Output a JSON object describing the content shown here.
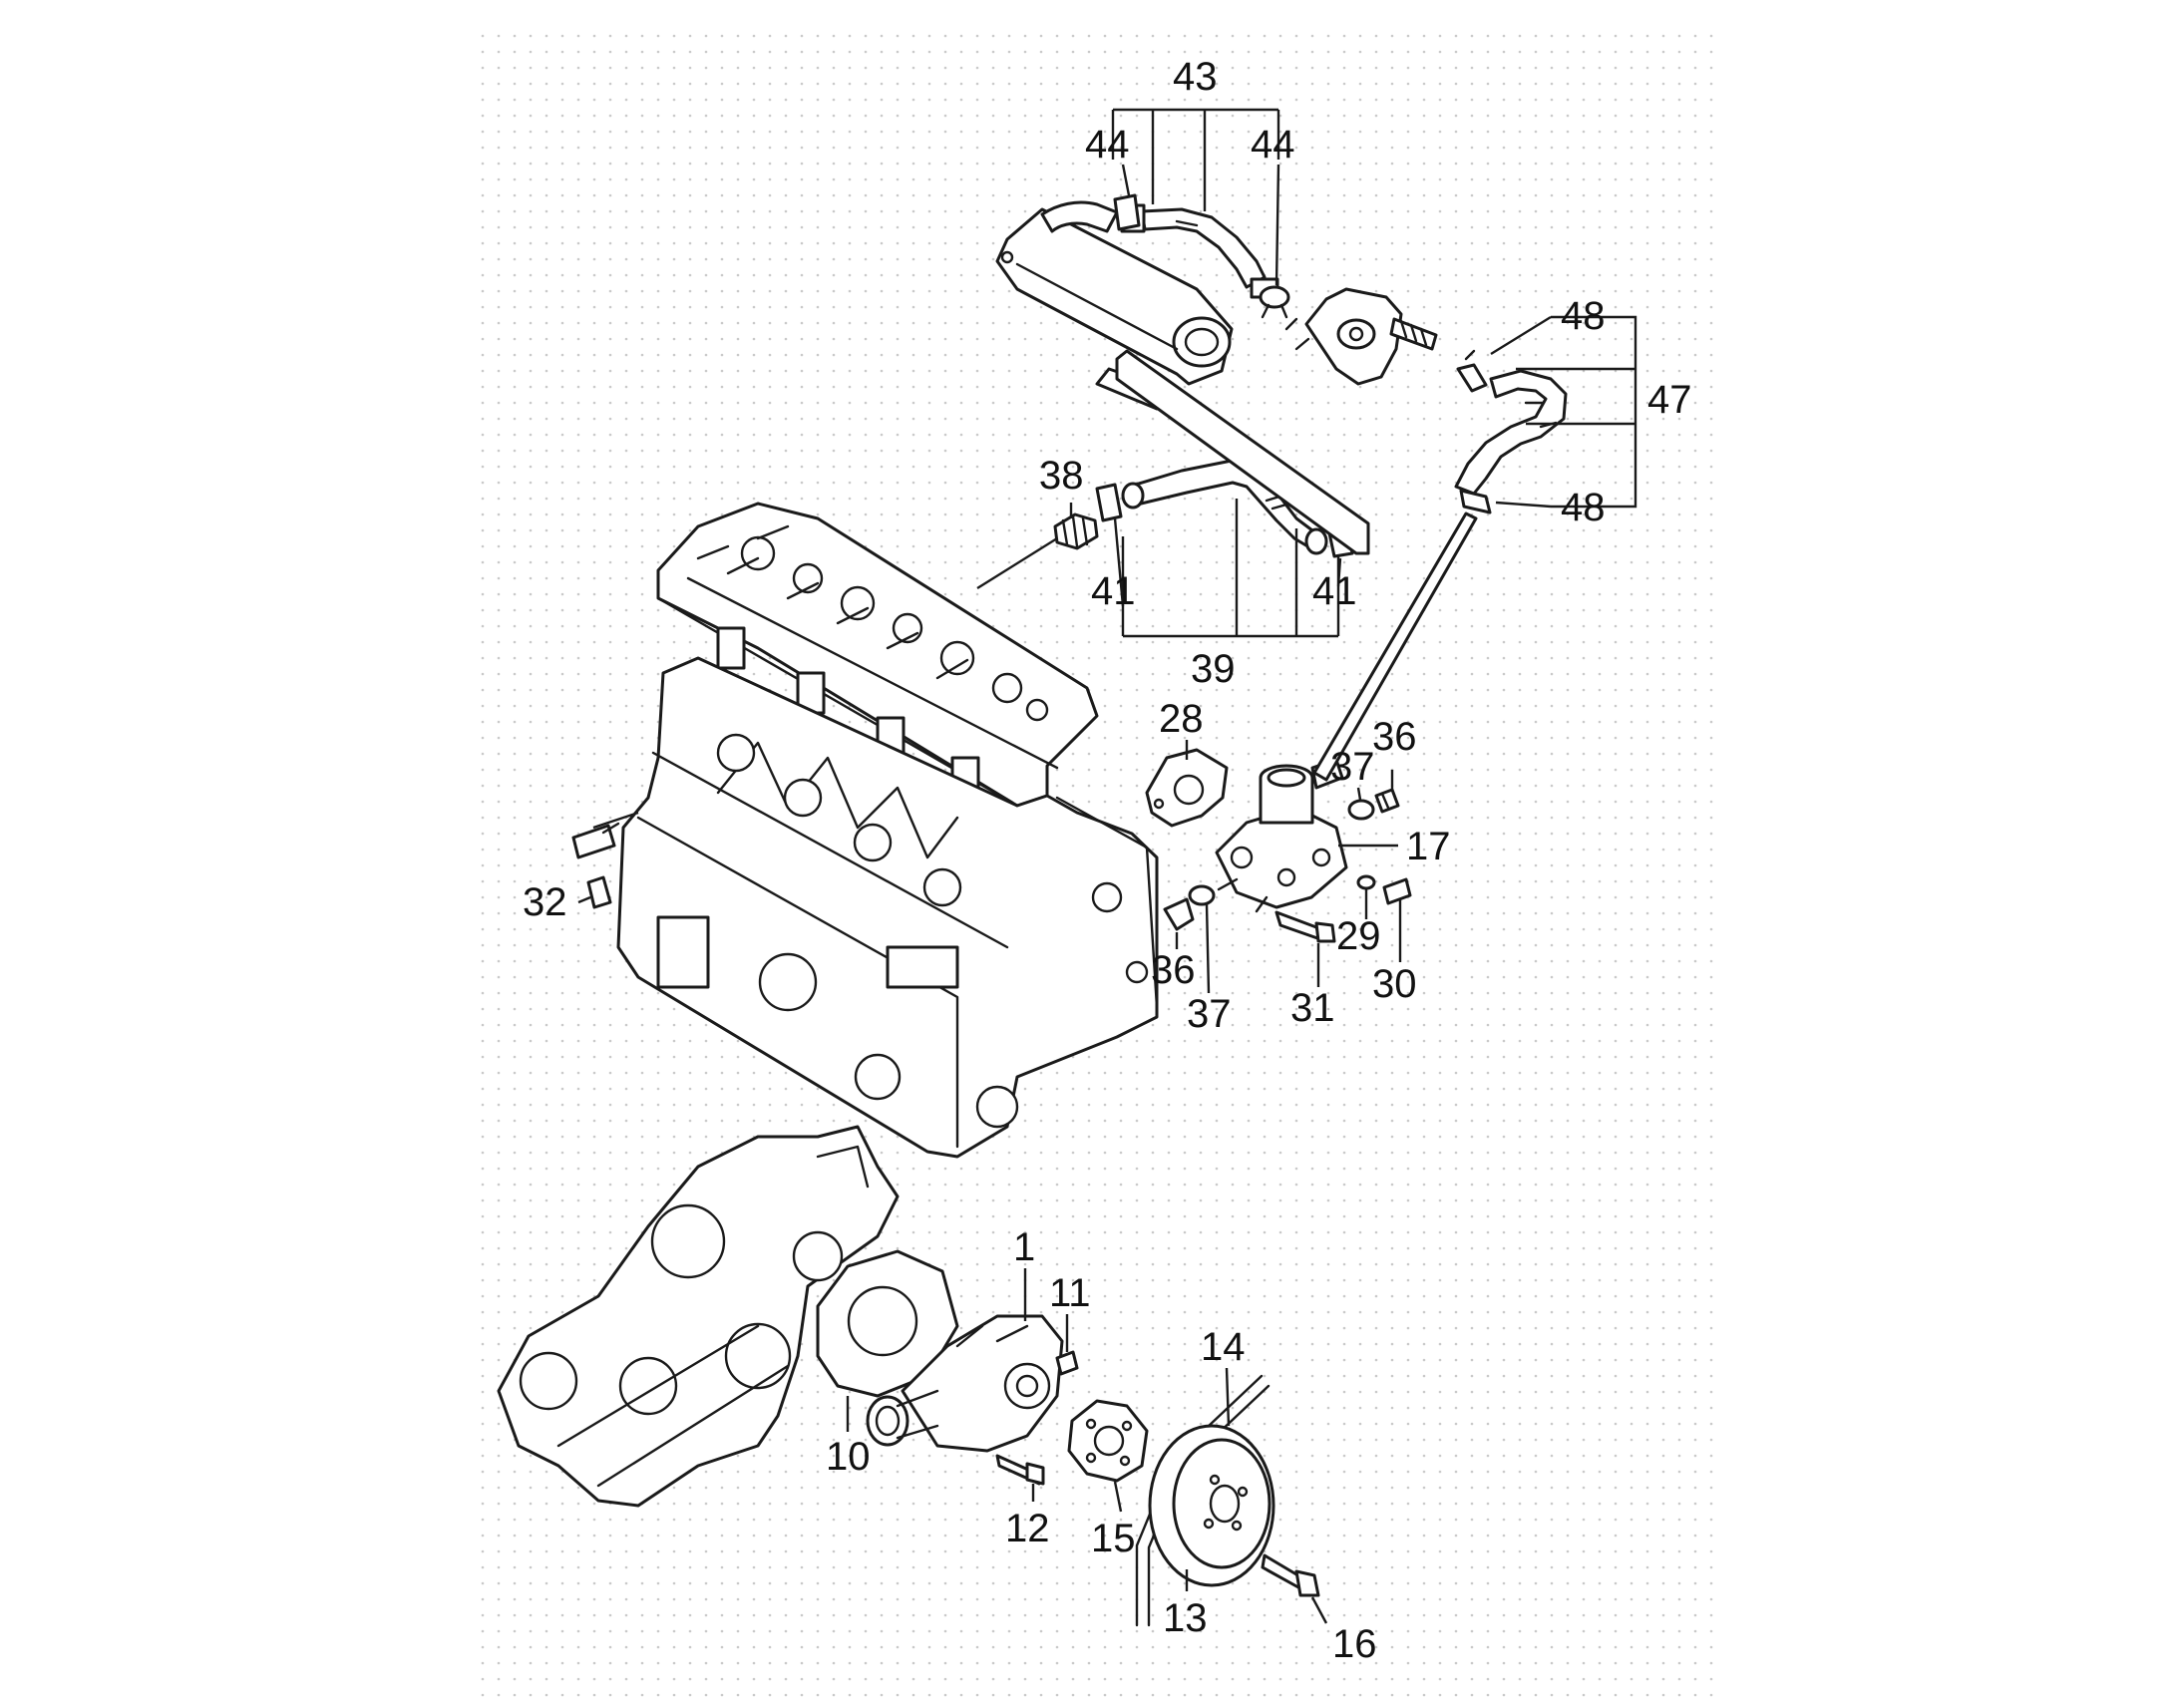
{
  "callouts": [
    {
      "id": "c43",
      "text": "43"
    },
    {
      "id": "c44a",
      "text": "44"
    },
    {
      "id": "c44b",
      "text": "44"
    },
    {
      "id": "c48a",
      "text": "48"
    },
    {
      "id": "c47",
      "text": "47"
    },
    {
      "id": "c48b",
      "text": "48"
    },
    {
      "id": "c38",
      "text": "38"
    },
    {
      "id": "c41a",
      "text": "41"
    },
    {
      "id": "c41b",
      "text": "41"
    },
    {
      "id": "c39",
      "text": "39"
    },
    {
      "id": "c28",
      "text": "28"
    },
    {
      "id": "c36a",
      "text": "36"
    },
    {
      "id": "c37a",
      "text": "37"
    },
    {
      "id": "c17",
      "text": "17"
    },
    {
      "id": "c32",
      "text": "32"
    },
    {
      "id": "c29",
      "text": "29"
    },
    {
      "id": "c36b",
      "text": "36"
    },
    {
      "id": "c30",
      "text": "30"
    },
    {
      "id": "c31",
      "text": "31"
    },
    {
      "id": "c37b",
      "text": "37"
    },
    {
      "id": "c1",
      "text": "1"
    },
    {
      "id": "c11",
      "text": "11"
    },
    {
      "id": "c14",
      "text": "14"
    },
    {
      "id": "c10",
      "text": "10"
    },
    {
      "id": "c12",
      "text": "12"
    },
    {
      "id": "c15",
      "text": "15"
    },
    {
      "id": "c13",
      "text": "13"
    },
    {
      "id": "c16",
      "text": "16"
    }
  ],
  "colors": {
    "background": "#ffffff",
    "dot_pattern": "#c9c9c9",
    "line": "#1a1a1a"
  }
}
